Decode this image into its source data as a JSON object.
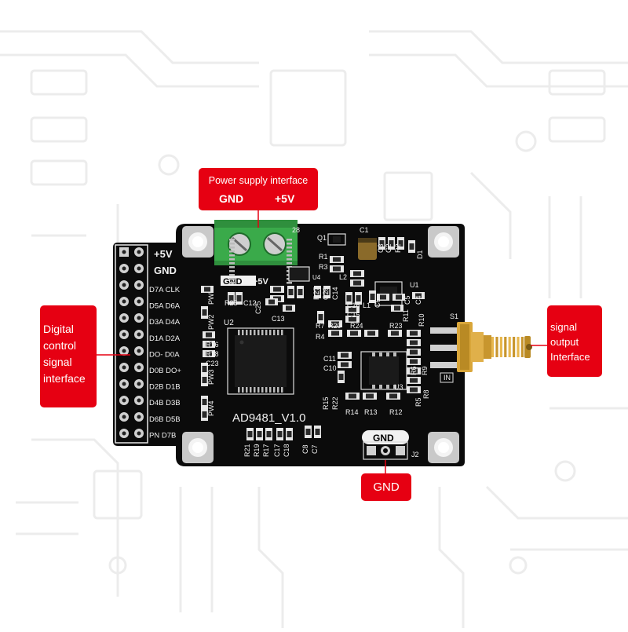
{
  "callouts": {
    "power": {
      "title": "Power supply interface",
      "gnd": "GND",
      "plus5v": "+5V"
    },
    "digital": {
      "lines": [
        "Digital",
        "control",
        "signal",
        "interface"
      ]
    },
    "output": {
      "lines": [
        "signal",
        "output",
        "Interface"
      ]
    },
    "gnd": {
      "label": "GND"
    }
  },
  "board": {
    "name": "AD9481_V1.0",
    "header_power": {
      "plus5v": "+5V",
      "gnd": "GND"
    },
    "terminal_labels": {
      "gnd": "GND",
      "plus5v": "+5V"
    },
    "gnd_pad": "GND",
    "pin_labels": [
      "D7A CLK",
      "D5A D6A",
      "D3A D4A",
      "D1A D2A",
      "DO- D0A",
      "D0B DO+",
      "D2B D1B",
      "D4B D3B",
      "D6B D5B",
      "PN D7B"
    ],
    "pw_labels": [
      "PW1",
      "PW2",
      "PW3",
      "PW4"
    ],
    "components": {
      "q1": "Q1",
      "c1": "C1",
      "c28": "28",
      "r1": "R1",
      "r3": "R3",
      "l2": "L2",
      "u4": "U4",
      "c3": "C3",
      "c2": "C2",
      "r2": "R2",
      "d1": "D1",
      "u1": "U1",
      "r25": "R25",
      "c12": "C12",
      "c25": "C25",
      "c13": "C13",
      "r27": "R27",
      "c26": "C26",
      "c14": "C14",
      "c16": "C16",
      "l1": "L1",
      "c15": "C15",
      "c6": "C6",
      "c5": "C5",
      "c4": "C4",
      "r11": "R11",
      "u2": "U2",
      "r7": "R7",
      "r20": "R20",
      "r24": "R24",
      "r23": "R23",
      "r10": "R10",
      "r4": "R4",
      "r16": "R16",
      "r18": "R18",
      "c23": "C23",
      "s1": "S1",
      "c11": "C11",
      "c10": "C10",
      "r15": "R15",
      "r22": "R22",
      "r14": "R14",
      "r13": "R13",
      "r12": "R12",
      "u3": "U3",
      "r5": "R5",
      "r8": "R8",
      "r6": "R6",
      "r9": "R9",
      "r21": "R21",
      "r19": "R19",
      "r17": "R17",
      "c17": "C17",
      "c18": "C18",
      "c8": "C8",
      "c7": "C7",
      "j2": "J2",
      "in": "IN"
    }
  },
  "colors": {
    "callout": "#e60012",
    "board": "#0b0b0b",
    "terminal": "#3aaa4a",
    "sma": "#d9a63a"
  }
}
